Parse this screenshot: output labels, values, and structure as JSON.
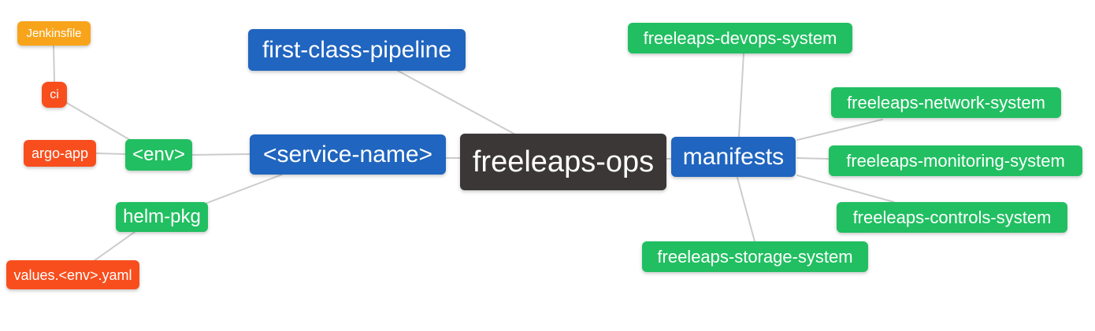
{
  "palette": {
    "blue": "#2065bf",
    "green": "#21bf61",
    "orange": "#f8a41b",
    "red": "#f84e1d",
    "dark": "#3b3737",
    "edge_line": "#cccccc",
    "node_text": "#ffffff",
    "background": "#ffffff"
  },
  "nodes": {
    "jenkinsfile": {
      "label": "Jenkinsfile",
      "color": "orange"
    },
    "ci": {
      "label": "ci",
      "color": "red"
    },
    "argo_app": {
      "label": "argo-app",
      "color": "red"
    },
    "env": {
      "label": "<env>",
      "color": "green"
    },
    "helm_pkg": {
      "label": "helm-pkg",
      "color": "green"
    },
    "values_env_yaml": {
      "label": "values.<env>.yaml",
      "color": "red"
    },
    "first_class_pipeline": {
      "label": "first-class-pipeline",
      "color": "blue"
    },
    "service_name": {
      "label": "<service-name>",
      "color": "blue"
    },
    "freeleaps_ops": {
      "label": "freeleaps-ops",
      "color": "dark"
    },
    "manifests": {
      "label": "manifests",
      "color": "blue"
    },
    "devops_system": {
      "label": "freeleaps-devops-system",
      "color": "green"
    },
    "network_system": {
      "label": "freeleaps-network-system",
      "color": "green"
    },
    "monitoring_system": {
      "label": "freeleaps-monitoring-system",
      "color": "green"
    },
    "controls_system": {
      "label": "freeleaps-controls-system",
      "color": "green"
    },
    "storage_system": {
      "label": "freeleaps-storage-system",
      "color": "green"
    }
  },
  "edges": [
    {
      "from": "jenkinsfile",
      "to": "ci"
    },
    {
      "from": "ci",
      "to": "env"
    },
    {
      "from": "argo_app",
      "to": "env"
    },
    {
      "from": "env",
      "to": "service_name"
    },
    {
      "from": "service_name",
      "to": "helm_pkg"
    },
    {
      "from": "helm_pkg",
      "to": "values_env_yaml"
    },
    {
      "from": "first_class_pipeline",
      "to": "freeleaps_ops"
    },
    {
      "from": "service_name",
      "to": "freeleaps_ops"
    },
    {
      "from": "freeleaps_ops",
      "to": "manifests"
    },
    {
      "from": "manifests",
      "to": "devops_system"
    },
    {
      "from": "manifests",
      "to": "network_system"
    },
    {
      "from": "manifests",
      "to": "monitoring_system"
    },
    {
      "from": "manifests",
      "to": "controls_system"
    },
    {
      "from": "manifests",
      "to": "storage_system"
    }
  ]
}
